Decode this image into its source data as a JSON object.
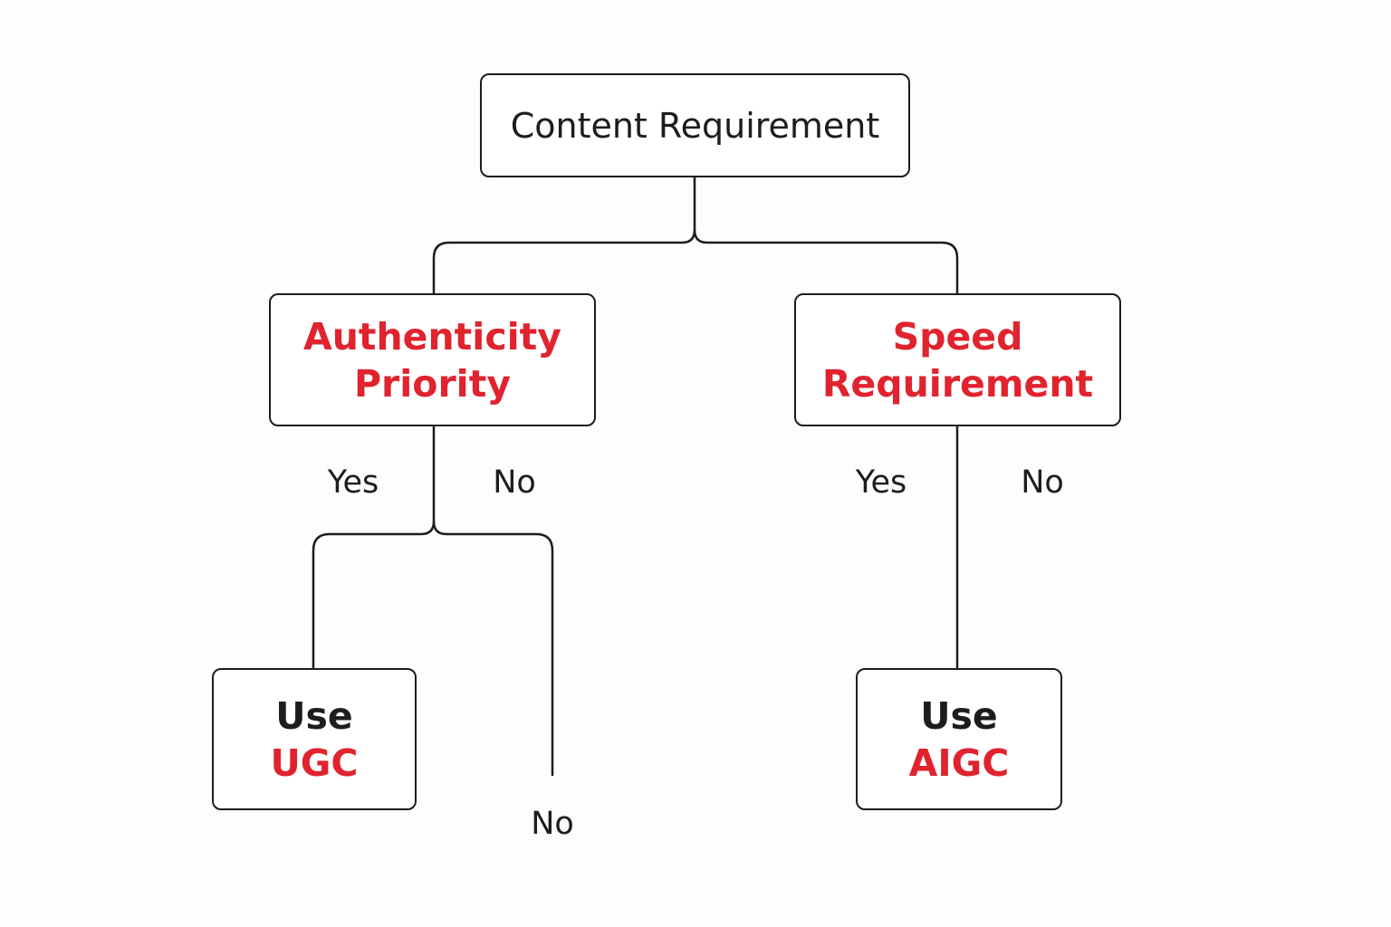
{
  "root": {
    "label": "Content Requirement"
  },
  "left_node": {
    "line1": "Authenticity",
    "line2": "Priority"
  },
  "right_node": {
    "line1": "Speed",
    "line2": "Requirement"
  },
  "left_branch_labels": {
    "yes": "Yes",
    "no": "No"
  },
  "right_branch_labels": {
    "yes": "Yes",
    "no": "No"
  },
  "ugc_node": {
    "prefix": "Use",
    "value": "UGC"
  },
  "aigc_node": {
    "prefix": "Use",
    "value": "AIGC"
  },
  "dangling_end_label": "No",
  "colors": {
    "accent": "#e0232e",
    "text": "#1d1d1d",
    "line": "#1d1d1d",
    "background": "#fdfdfd"
  }
}
